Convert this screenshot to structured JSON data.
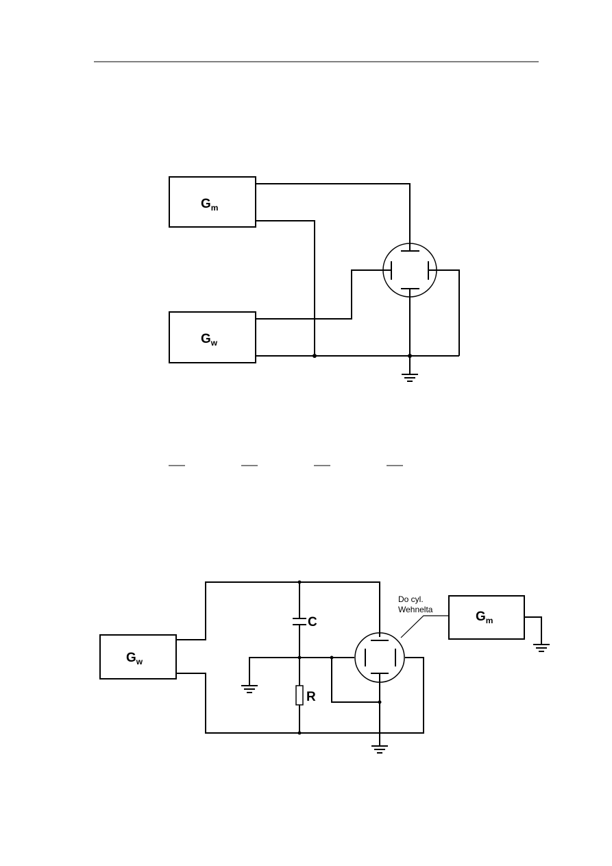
{
  "diagram1": {
    "gen_m": {
      "main": "G",
      "sub": "m"
    },
    "gen_w": {
      "main": "G",
      "sub": "w"
    }
  },
  "diagram2": {
    "gen_w": {
      "main": "G",
      "sub": "w"
    },
    "gen_m": {
      "main": "G",
      "sub": "m"
    },
    "capacitor_label": "C",
    "resistor_label": "R",
    "annotation_line1": "Do cyl.",
    "annotation_line2": "Wehnelta"
  }
}
